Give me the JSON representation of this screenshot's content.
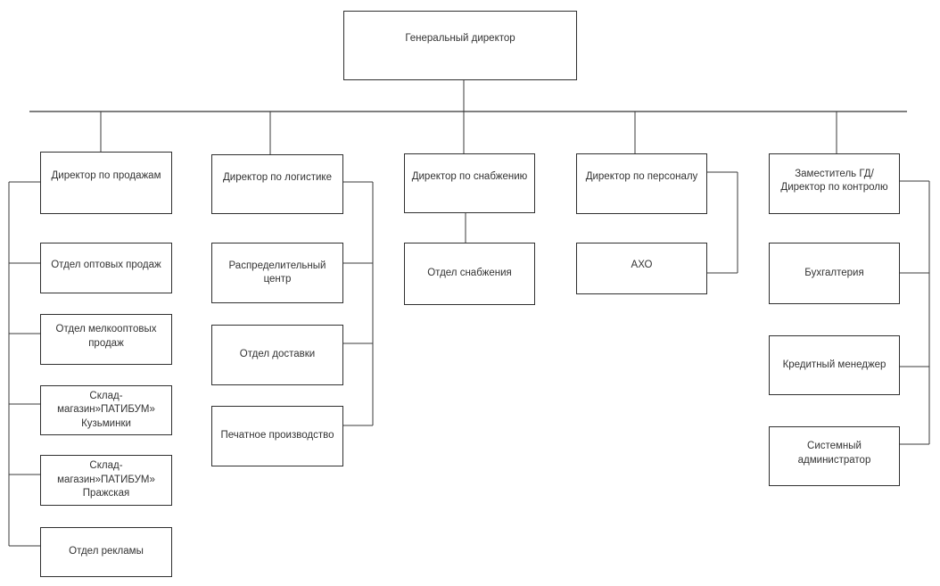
{
  "colors": {
    "background": "#ffffff",
    "box_border": "#2f2f2f",
    "text": "#333333",
    "trunk_line": "#7f7f7f",
    "connector_line": "#3a3a3a"
  },
  "org": {
    "root": {
      "label": "Генеральный директор"
    },
    "branches": [
      {
        "head": {
          "label": "Директор по продажам"
        },
        "children": [
          {
            "label": "Отдел оптовых продаж"
          },
          {
            "label": "Отдел мелкооптовых\nпродаж"
          },
          {
            "label": "Склад-\nмагазин»ПАТИБУМ»\nКузьминки"
          },
          {
            "label": "Склад-\nмагазин»ПАТИБУМ»\nПражская"
          },
          {
            "label": "Отдел рекламы"
          }
        ]
      },
      {
        "head": {
          "label": "Директор по логистике"
        },
        "children": [
          {
            "label": "Распределительный центр"
          },
          {
            "label": "Отдел доставки"
          },
          {
            "label": "Печатное производство"
          }
        ]
      },
      {
        "head": {
          "label": "Директор по снабжению"
        },
        "children": [
          {
            "label": "Отдел снабжения"
          }
        ]
      },
      {
        "head": {
          "label": "Директор по персоналу"
        },
        "children": [
          {
            "label": "АХО"
          }
        ]
      },
      {
        "head": {
          "label": "Заместитель ГД/\nДиректор по контролю"
        },
        "children": [
          {
            "label": "Бухгалтерия"
          },
          {
            "label": "Кредитный менеджер"
          },
          {
            "label": "Системный администратор"
          }
        ]
      }
    ]
  }
}
